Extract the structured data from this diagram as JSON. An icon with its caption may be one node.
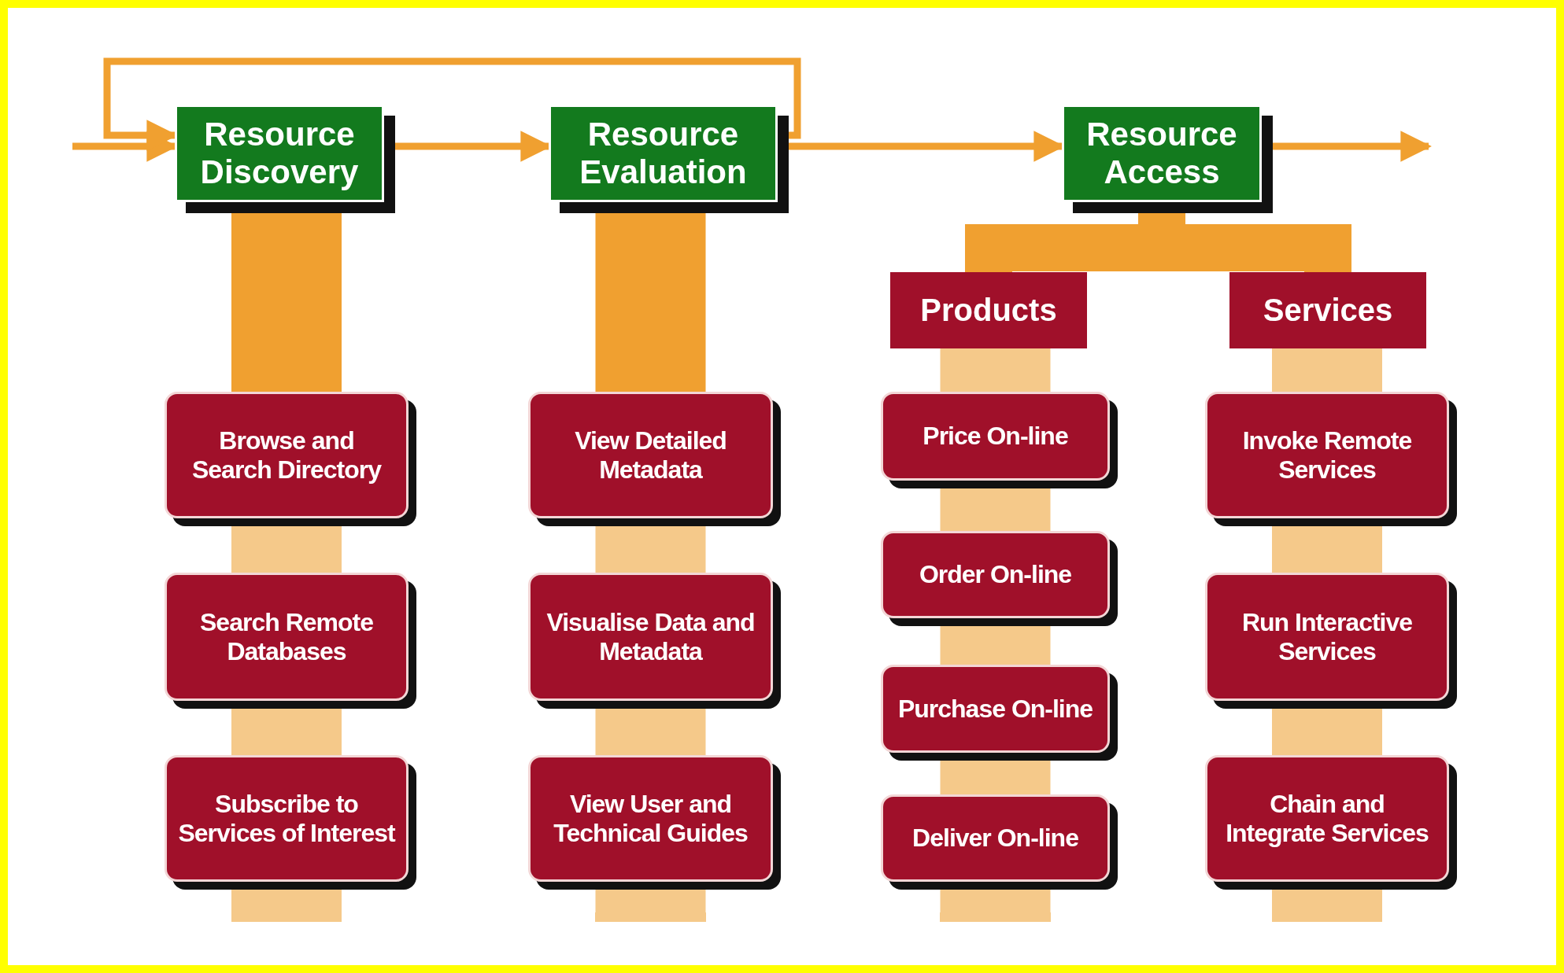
{
  "diagram": {
    "nodes": [
      {
        "text": [
          "Resource Discovery"
        ]
      },
      {
        "text": [
          "Resource Evaluation"
        ]
      },
      {
        "text": [
          "Resource Access"
        ]
      },
      {
        "text": [
          "Products"
        ]
      },
      {
        "text": [
          "Services"
        ]
      },
      {
        "text": [
          "Browse and Search Directory"
        ]
      },
      {
        "text": [
          "Search Remote Databases"
        ]
      },
      {
        "text": [
          "Subscribe to Services of Interest"
        ]
      },
      {
        "text": [
          "View Detailed Metadata"
        ]
      },
      {
        "text": [
          "Visualise Data and Metadata"
        ]
      },
      {
        "text": [
          "View User and Technical Guides"
        ]
      },
      {
        "text": [
          "Price On-line"
        ]
      },
      {
        "text": [
          "Order On-line"
        ]
      },
      {
        "text": [
          "Purchase On-line"
        ]
      },
      {
        "text": [
          "Deliver On-line"
        ]
      },
      {
        "text": [
          "Invoke Remote Services"
        ]
      },
      {
        "text": [
          "Run Interactive Services"
        ]
      },
      {
        "text": [
          "Chain and Integrate Services"
        ]
      },
      {
        "text": [],
        "shape": "bar"
      },
      {
        "text": [],
        "shape": "bar"
      },
      {
        "text": [],
        "shape": "bar"
      },
      {
        "text": [],
        "shape": "bar"
      }
    ],
    "edges": [
      {
        "from": null,
        "to": 0,
        "arrow": "to"
      },
      {
        "from": 0,
        "to": 1,
        "arrow": "to"
      },
      {
        "from": 1,
        "to": 2,
        "arrow": "to"
      },
      {
        "from": 2,
        "to": null,
        "arrow": "to"
      },
      {
        "from": 1,
        "to": 0,
        "arrow": "to"
      },
      {
        "from": 0,
        "to": 5,
        "arrow": "none"
      },
      {
        "from": 5,
        "to": 6,
        "arrow": "none",
        "color": "#f5c98a"
      },
      {
        "from": 6,
        "to": 7,
        "arrow": "none",
        "color": "#f5c98a"
      },
      {
        "from": 1,
        "to": 8,
        "arrow": "none"
      },
      {
        "from": 8,
        "to": 9,
        "arrow": "none",
        "color": "#f5c98a"
      },
      {
        "from": 9,
        "to": 10,
        "arrow": "none",
        "color": "#f5c98a"
      },
      {
        "from": 2,
        "to": 3,
        "arrow": "none"
      },
      {
        "from": 2,
        "to": 4,
        "arrow": "none"
      },
      {
        "from": 3,
        "to": 11,
        "arrow": "none",
        "color": "#f5c98a"
      },
      {
        "from": 11,
        "to": 12,
        "arrow": "none",
        "color": "#f5c98a"
      },
      {
        "from": 12,
        "to": 13,
        "arrow": "none",
        "color": "#f5c98a"
      },
      {
        "from": 13,
        "to": 14,
        "arrow": "none",
        "color": "#f5c98a"
      },
      {
        "from": 4,
        "to": 15,
        "arrow": "none",
        "color": "#f5c98a"
      },
      {
        "from": 15,
        "to": 16,
        "arrow": "none",
        "color": "#f5c98a"
      },
      {
        "from": 16,
        "to": 17,
        "arrow": "none",
        "color": "#f5c98a"
      },
      {
        "from": 7,
        "to": 18,
        "arrow": "none",
        "color": "#f5c98a"
      },
      {
        "from": 10,
        "to": 19,
        "arrow": "none",
        "color": "#f5c98a"
      },
      {
        "from": 14,
        "to": 20,
        "arrow": "none",
        "color": "#f5c98a"
      },
      {
        "from": 17,
        "to": 21,
        "arrow": "none",
        "color": "#f5c98a"
      }
    ]
  }
}
